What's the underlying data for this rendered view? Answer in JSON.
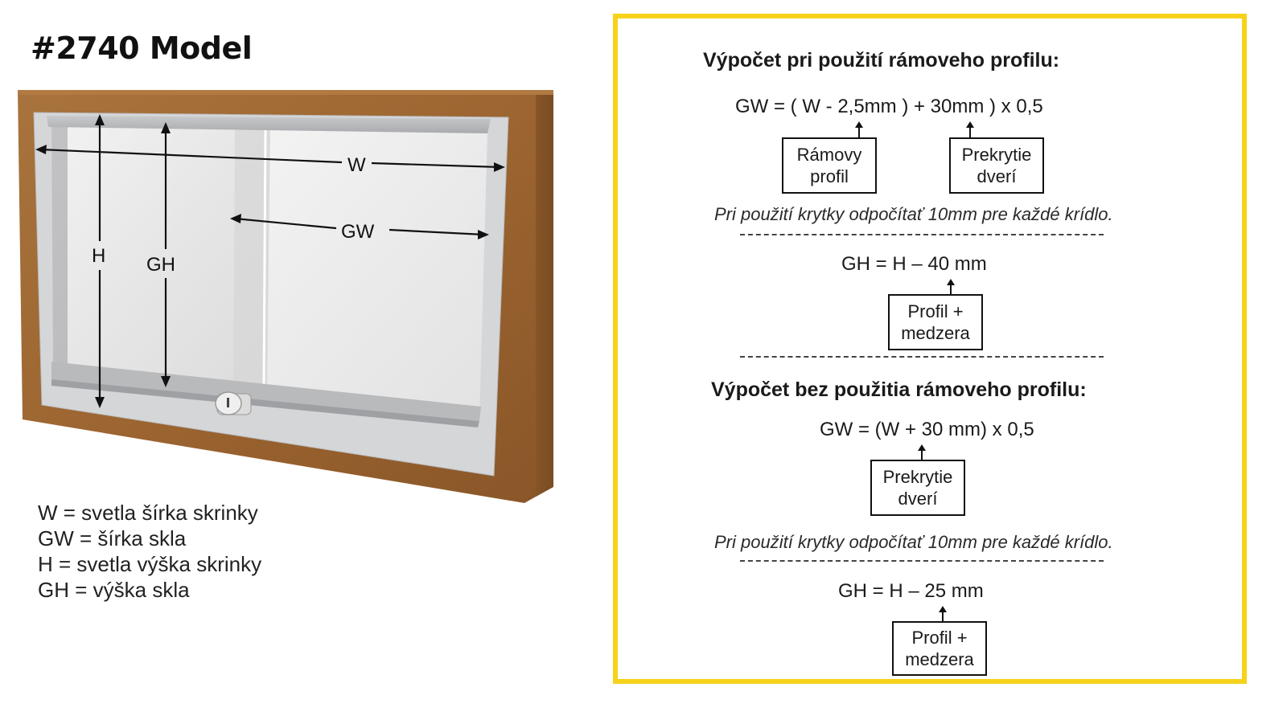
{
  "title": "#2740 Model",
  "diagram_labels": {
    "w": "W",
    "gw": "GW",
    "h": "H",
    "gh": "GH"
  },
  "legend": [
    "W = svetla šírka skrinky",
    "GW = šírka skla",
    "H = svetla výška skrinky",
    "GH = výška skla"
  ],
  "with_profile": {
    "heading": "Výpočet pri použití rámoveho profilu:",
    "gw_formula": "GW = ( W - 2,5mm ) + 30mm ) x 0,5",
    "box_frame_line1": "Rámovy",
    "box_frame_line2": "profil",
    "box_overlap_line1": "Prekrytie",
    "box_overlap_line2": "dverí",
    "note": "Pri použití krytky odpočítať 10mm pre každé krídlo.",
    "gh_formula": "GH = H – 40 mm",
    "box_gh_line1": "Profil +",
    "box_gh_line2": "medzera"
  },
  "without_profile": {
    "heading": "Výpočet bez použitia rámoveho profilu:",
    "gw_formula": "GW = (W + 30 mm) x 0,5",
    "box_overlap_line1": "Prekrytie",
    "box_overlap_line2": "dverí",
    "note": "Pri použití krytky odpočítať 10mm pre každé krídlo.",
    "gh_formula": "GH = H – 25 mm",
    "box_gh_line1": "Profil +",
    "box_gh_line2": "medzera"
  },
  "colors": {
    "panel_border": "#f7d21a",
    "wood": "#a06a34",
    "aluminium": "#d9dadc",
    "glass": "#eeeeee"
  }
}
